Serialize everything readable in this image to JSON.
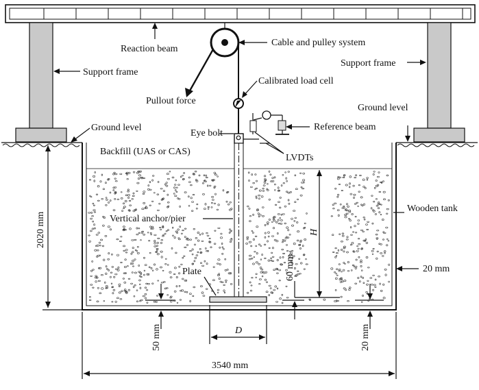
{
  "labels": {
    "reaction_beam": "Reaction beam",
    "cable_pulley": "Cable and pulley system",
    "support_frame_left": "Support frame",
    "support_frame_right": "Support frame",
    "calibrated_load_cell": "Calibrated load cell",
    "pullout_force": "Pullout force",
    "ground_level_left": "Ground level",
    "ground_level_right": "Ground level",
    "reference_beam": "Reference beam",
    "eye_bolt": "Eye bolt",
    "lvdts": "LVDTs",
    "backfill": "Backfill (UAS or CAS)",
    "wooden_tank": "Wooden tank",
    "vertical_anchor": "Vertical anchor/pier",
    "plate": "Plate",
    "h_symbol": "H",
    "d_symbol": "D"
  },
  "dimensions": {
    "depth": "2020 mm",
    "width": "3540 mm",
    "wall_thickness": "20 mm",
    "base_thickness": "20 mm",
    "plate_offset": "50 mm",
    "lvdt_gap": "60 mm"
  }
}
